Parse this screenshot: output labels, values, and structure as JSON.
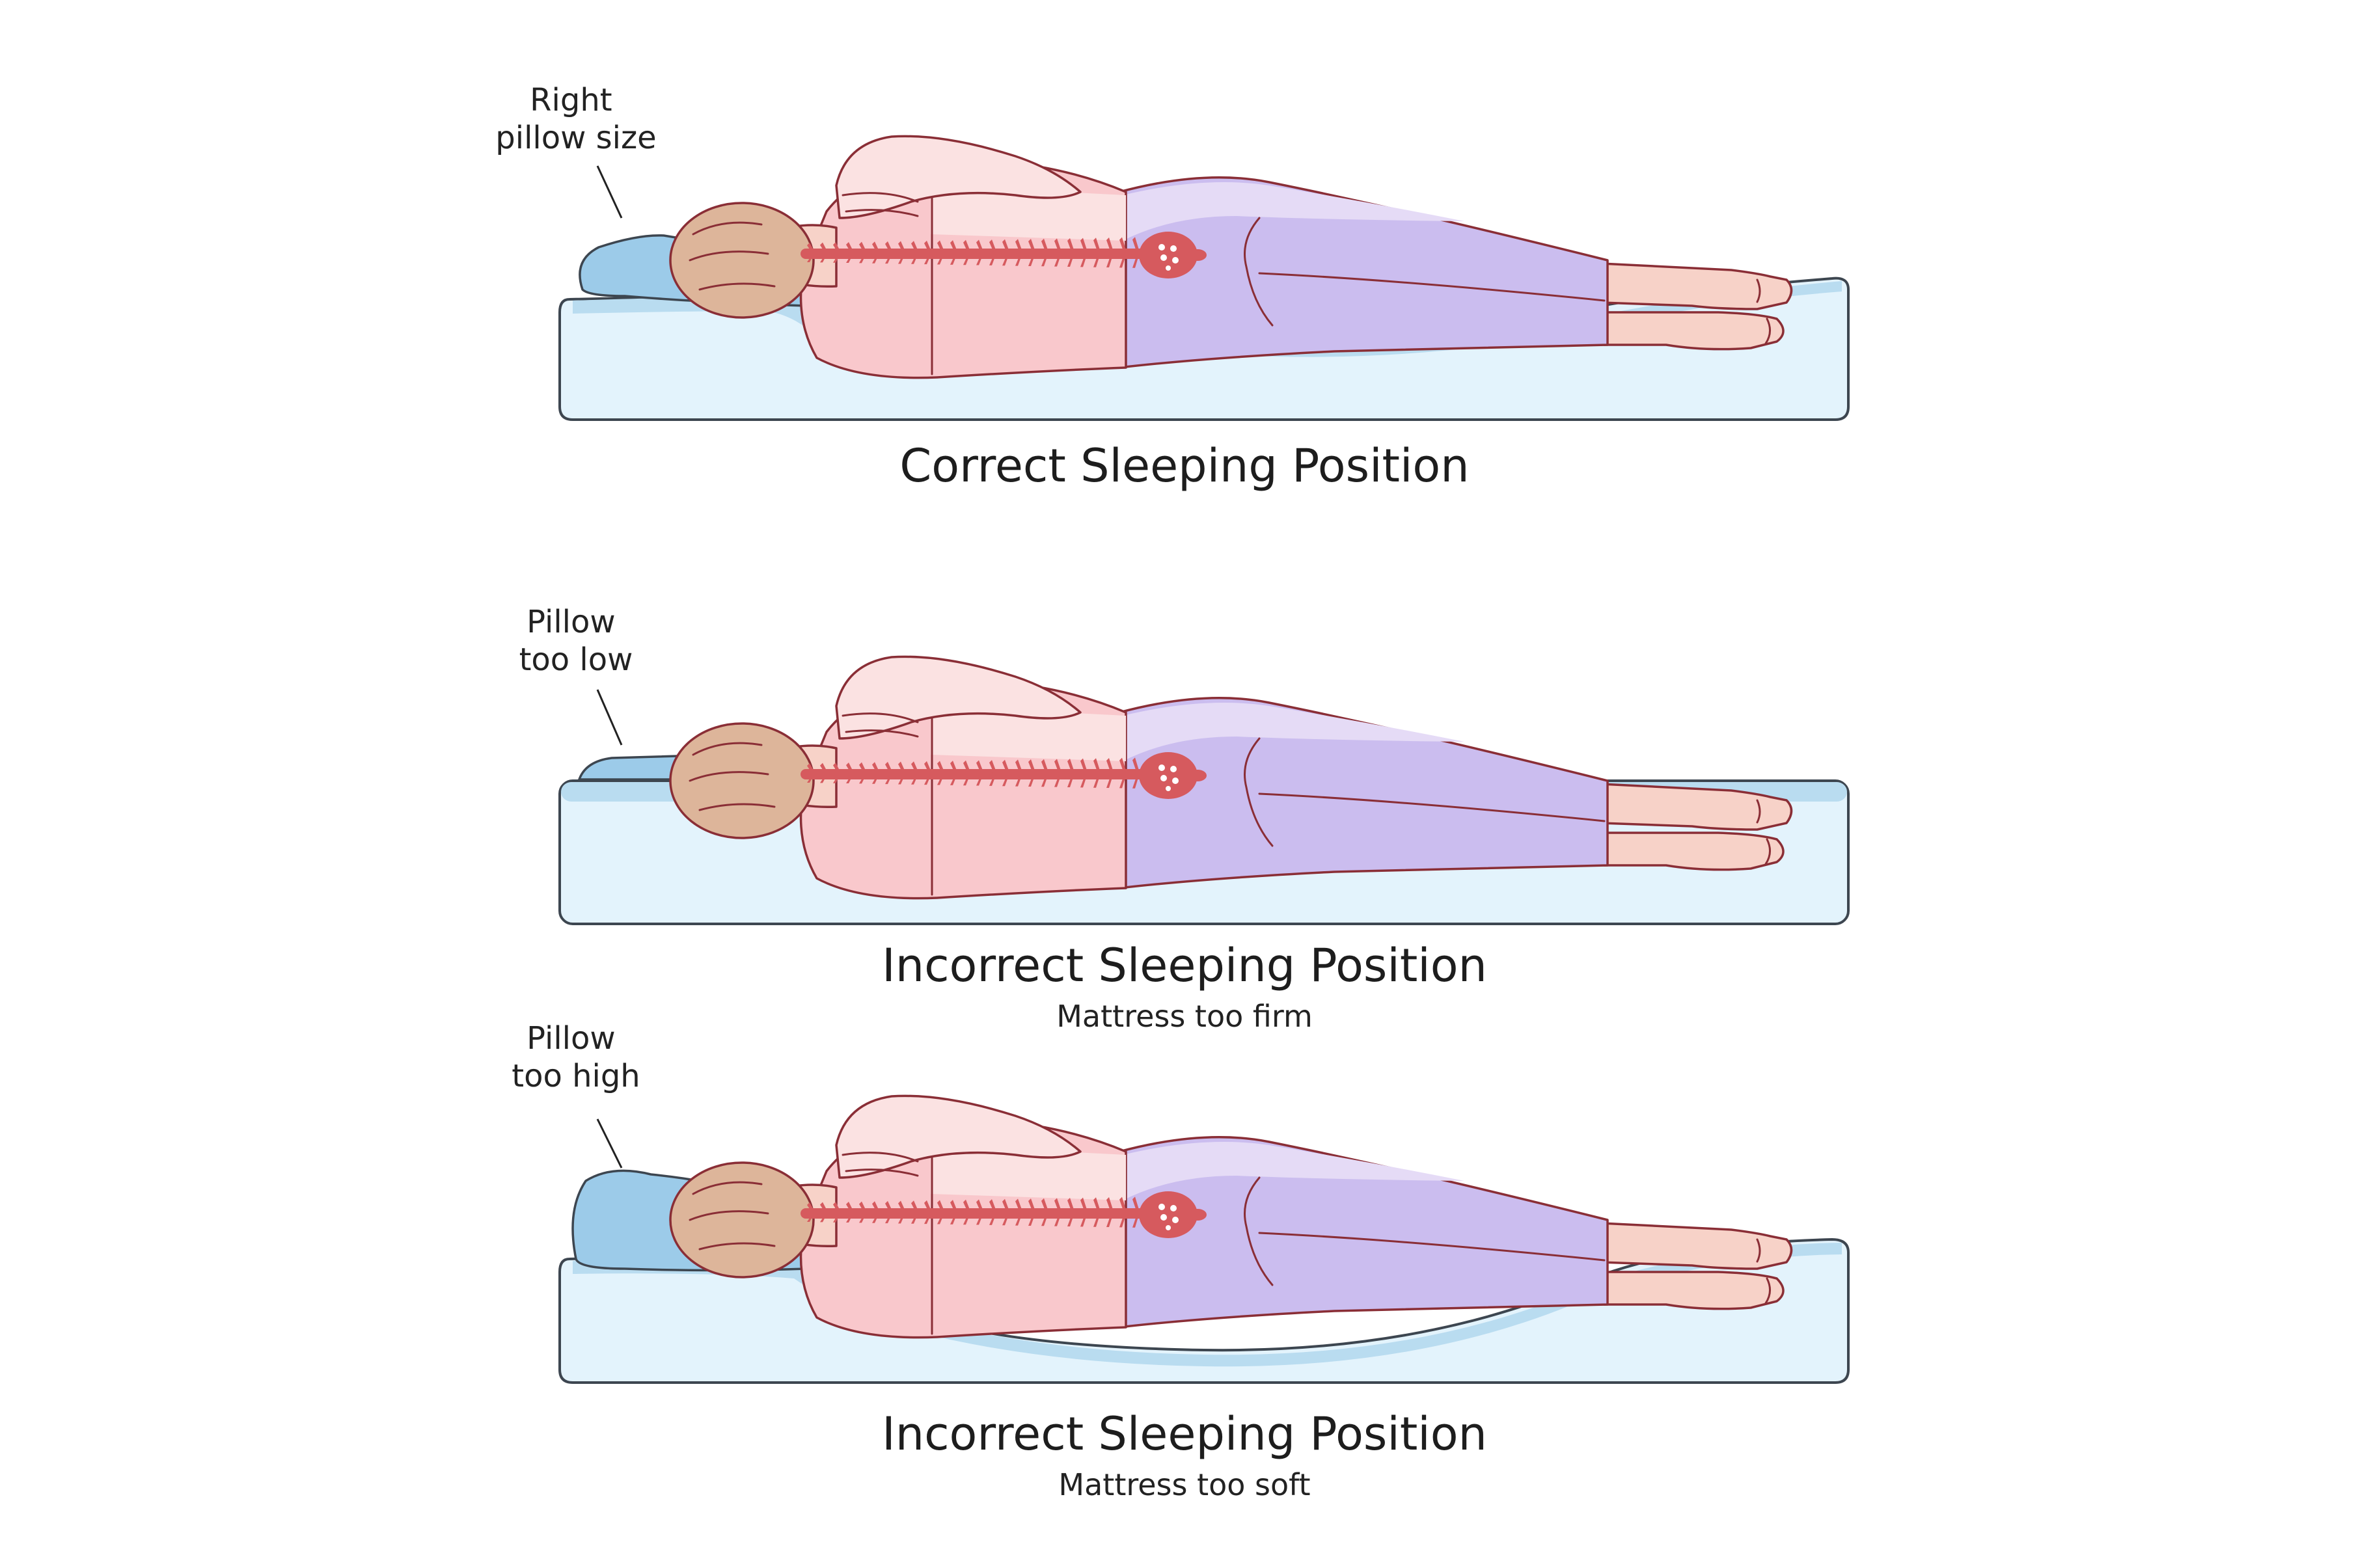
{
  "panels": [
    {
      "callout_lines": [
        "Right",
        "pillow size"
      ],
      "caption": "Correct Sleeping Position",
      "subcaption": ""
    },
    {
      "callout_lines": [
        "Pillow",
        "too low"
      ],
      "caption": "Incorrect Sleeping Position",
      "subcaption": "Mattress too firm"
    },
    {
      "callout_lines": [
        "Pillow",
        "too high"
      ],
      "caption": "Incorrect Sleeping Position",
      "subcaption": "Mattress too soft"
    }
  ],
  "colors": {
    "mattress_fill": "#e3f3fc",
    "mattress_edge": "#b9dcf0",
    "pillow": "#9ccbe9",
    "skin": "#f7d2c8",
    "top": "#f9c8cc",
    "top_light": "#fbe2e2",
    "pants": "#cbbdef",
    "pants_light": "#e5dbf6",
    "hair": "#ddb59a",
    "spine": "#d65a5e"
  }
}
